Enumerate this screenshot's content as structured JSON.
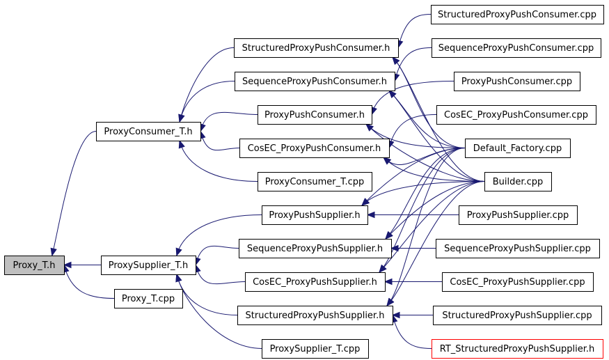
{
  "graph": {
    "nodes": [
      {
        "id": "proxy_t_h",
        "label": "Proxy_T.h",
        "focus": true
      },
      {
        "id": "proxyconsumer_t_h",
        "label": "ProxyConsumer_T.h"
      },
      {
        "id": "proxysupplier_t_h",
        "label": "ProxySupplier_T.h"
      },
      {
        "id": "proxy_t_cpp",
        "label": "Proxy_T.cpp"
      },
      {
        "id": "structuredproxypushconsumer_h",
        "label": "StructuredProxyPushConsumer.h"
      },
      {
        "id": "sequenceproxypushconsumer_h",
        "label": "SequenceProxyPushConsumer.h"
      },
      {
        "id": "proxypushconsumer_h",
        "label": "ProxyPushConsumer.h"
      },
      {
        "id": "cosec_proxypushconsumer_h",
        "label": "CosEC_ProxyPushConsumer.h"
      },
      {
        "id": "proxyconsumer_t_cpp",
        "label": "ProxyConsumer_T.cpp"
      },
      {
        "id": "proxypushsupplier_h",
        "label": "ProxyPushSupplier.h"
      },
      {
        "id": "sequenceproxypushsupplier_h",
        "label": "SequenceProxyPushSupplier.h"
      },
      {
        "id": "cosec_proxypushsupplier_h",
        "label": "CosEC_ProxyPushSupplier.h"
      },
      {
        "id": "structuredproxypushsupplier_h",
        "label": "StructuredProxyPushSupplier.h"
      },
      {
        "id": "proxysupplier_t_cpp",
        "label": "ProxySupplier_T.cpp"
      },
      {
        "id": "structuredproxypushconsumer_cpp",
        "label": "StructuredProxyPushConsumer.cpp"
      },
      {
        "id": "sequenceproxypushconsumer_cpp",
        "label": "SequenceProxyPushConsumer.cpp"
      },
      {
        "id": "proxypushconsumer_cpp",
        "label": "ProxyPushConsumer.cpp"
      },
      {
        "id": "cosec_proxypushconsumer_cpp",
        "label": "CosEC_ProxyPushConsumer.cpp"
      },
      {
        "id": "default_factory_cpp",
        "label": "Default_Factory.cpp"
      },
      {
        "id": "builder_cpp",
        "label": "Builder.cpp"
      },
      {
        "id": "proxypushsupplier_cpp",
        "label": "ProxyPushSupplier.cpp"
      },
      {
        "id": "sequenceproxypushsupplier_cpp",
        "label": "SequenceProxyPushSupplier.cpp"
      },
      {
        "id": "cosec_proxypushsupplier_cpp",
        "label": "CosEC_ProxyPushSupplier.cpp"
      },
      {
        "id": "structuredproxypushsupplier_cpp",
        "label": "StructuredProxyPushSupplier.cpp"
      },
      {
        "id": "rt_structuredproxypushsupplier_h",
        "label": "RT_StructuredProxyPushSupplier.h",
        "highlight": "red"
      }
    ],
    "edges": [
      {
        "from": "proxyconsumer_t_h",
        "to": "proxy_t_h"
      },
      {
        "from": "proxysupplier_t_h",
        "to": "proxy_t_h"
      },
      {
        "from": "proxy_t_cpp",
        "to": "proxy_t_h"
      },
      {
        "from": "structuredproxypushconsumer_h",
        "to": "proxyconsumer_t_h"
      },
      {
        "from": "sequenceproxypushconsumer_h",
        "to": "proxyconsumer_t_h"
      },
      {
        "from": "proxypushconsumer_h",
        "to": "proxyconsumer_t_h"
      },
      {
        "from": "cosec_proxypushconsumer_h",
        "to": "proxyconsumer_t_h"
      },
      {
        "from": "proxyconsumer_t_cpp",
        "to": "proxyconsumer_t_h"
      },
      {
        "from": "proxypushsupplier_h",
        "to": "proxysupplier_t_h"
      },
      {
        "from": "sequenceproxypushsupplier_h",
        "to": "proxysupplier_t_h"
      },
      {
        "from": "cosec_proxypushsupplier_h",
        "to": "proxysupplier_t_h"
      },
      {
        "from": "structuredproxypushsupplier_h",
        "to": "proxysupplier_t_h"
      },
      {
        "from": "proxysupplier_t_cpp",
        "to": "proxysupplier_t_h"
      },
      {
        "from": "structuredproxypushconsumer_cpp",
        "to": "structuredproxypushconsumer_h"
      },
      {
        "from": "default_factory_cpp",
        "to": "structuredproxypushconsumer_h"
      },
      {
        "from": "builder_cpp",
        "to": "structuredproxypushconsumer_h"
      },
      {
        "from": "sequenceproxypushconsumer_cpp",
        "to": "sequenceproxypushconsumer_h"
      },
      {
        "from": "default_factory_cpp",
        "to": "sequenceproxypushconsumer_h"
      },
      {
        "from": "builder_cpp",
        "to": "sequenceproxypushconsumer_h"
      },
      {
        "from": "proxypushconsumer_cpp",
        "to": "proxypushconsumer_h"
      },
      {
        "from": "default_factory_cpp",
        "to": "proxypushconsumer_h"
      },
      {
        "from": "builder_cpp",
        "to": "proxypushconsumer_h"
      },
      {
        "from": "cosec_proxypushconsumer_cpp",
        "to": "cosec_proxypushconsumer_h"
      },
      {
        "from": "default_factory_cpp",
        "to": "cosec_proxypushconsumer_h"
      },
      {
        "from": "builder_cpp",
        "to": "cosec_proxypushconsumer_h"
      },
      {
        "from": "proxypushsupplier_cpp",
        "to": "proxypushsupplier_h"
      },
      {
        "from": "default_factory_cpp",
        "to": "proxypushsupplier_h"
      },
      {
        "from": "builder_cpp",
        "to": "proxypushsupplier_h"
      },
      {
        "from": "sequenceproxypushsupplier_cpp",
        "to": "sequenceproxypushsupplier_h"
      },
      {
        "from": "default_factory_cpp",
        "to": "sequenceproxypushsupplier_h"
      },
      {
        "from": "builder_cpp",
        "to": "sequenceproxypushsupplier_h"
      },
      {
        "from": "cosec_proxypushsupplier_cpp",
        "to": "cosec_proxypushsupplier_h"
      },
      {
        "from": "default_factory_cpp",
        "to": "cosec_proxypushsupplier_h"
      },
      {
        "from": "builder_cpp",
        "to": "cosec_proxypushsupplier_h"
      },
      {
        "from": "structuredproxypushsupplier_cpp",
        "to": "structuredproxypushsupplier_h"
      },
      {
        "from": "rt_structuredproxypushsupplier_h",
        "to": "structuredproxypushsupplier_h"
      },
      {
        "from": "default_factory_cpp",
        "to": "structuredproxypushsupplier_h"
      },
      {
        "from": "builder_cpp",
        "to": "structuredproxypushsupplier_h"
      }
    ],
    "colors": {
      "edge": "#191970",
      "focus_fill": "#bfbfbf",
      "highlight_border": "#ff0000",
      "border": "#000000",
      "background": "#ffffff"
    }
  }
}
